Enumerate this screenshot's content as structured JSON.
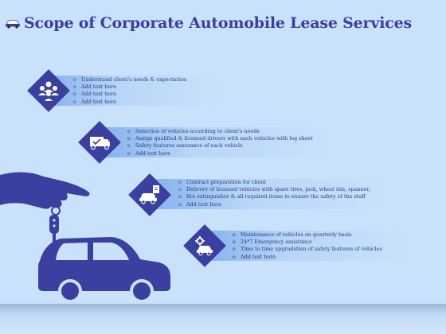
{
  "title": "Scope of Corporate Automobile Lease Services",
  "colors": {
    "primary": "#3a3fa0",
    "background": "#c9e1fb",
    "text": "#2e3a7a"
  },
  "illustration": {
    "icons": [
      "hand-icon",
      "car-key-icon",
      "car-icon"
    ]
  },
  "sections": [
    {
      "icon": "team-people-icon",
      "items": [
        "Understand  client's needs  & expectation",
        "Add text here",
        "Add text here",
        "Add text here"
      ]
    },
    {
      "icon": "delivery-truck-icon",
      "items": [
        "Selection  of vehicles according to client's needs",
        "Assign  qualified & licensed drivers with each vehicles with log sheet",
        "Safety  features  assurance of each vehicle",
        "Add text here"
      ]
    },
    {
      "icon": "car-contract-icon",
      "items": [
        "Contract  preparation  for client",
        "Delivery of licensed vehicles with spare tires, jack, wheel rim, spanner,",
        "fire extinguisher  & all required  items to ensure the safety of the staff",
        "Add text here"
      ]
    },
    {
      "icon": "car-maintenance-icon",
      "items": [
        "Maintenance  of vehicles on quarterly  basis",
        "24*7 Emergency  assistance",
        "Time to time upgradation  of safety features  of vehicles",
        "Add text here"
      ]
    }
  ]
}
